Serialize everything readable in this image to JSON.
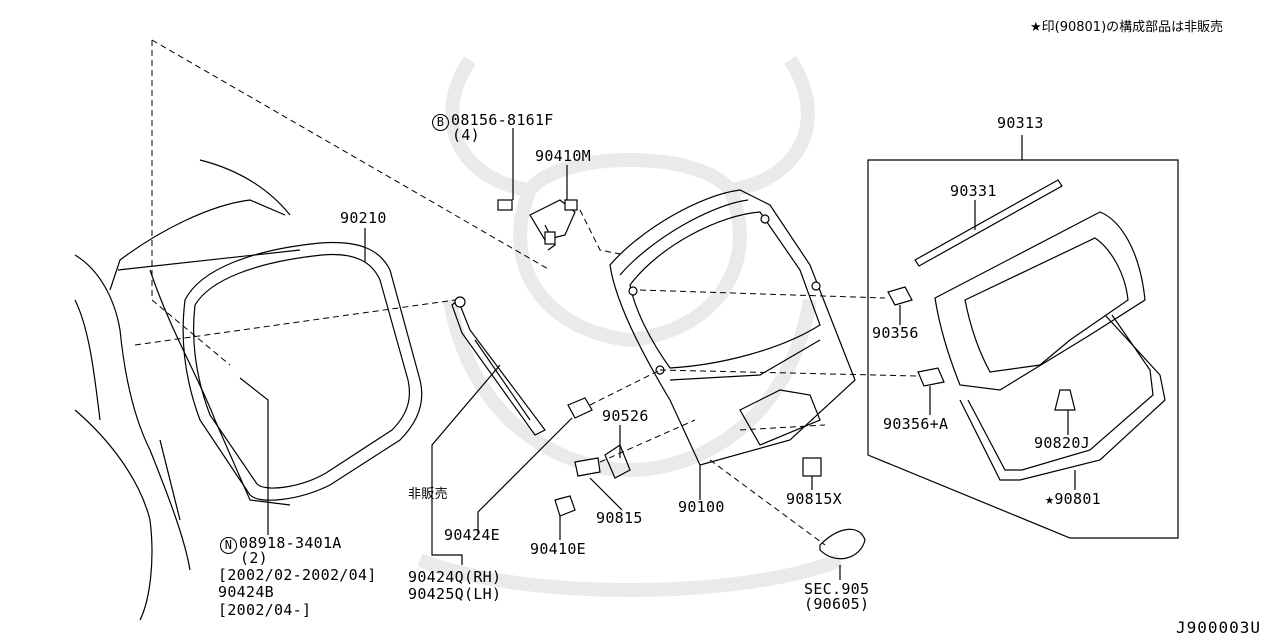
{
  "diagram": {
    "note": "★印(90801)の構成部品は非販売",
    "drawing_code": "J900003U",
    "labels": {
      "bolt_b_code": "08156-8161F",
      "bolt_b_qty": "(4)",
      "hinge": "90410M",
      "seal_90210": "90210",
      "nut_n_code": "08918-3401A",
      "nut_n_qty": "(2)",
      "date_1": "[2002/02-2002/04]",
      "alt_part": "90424B",
      "date_2": "[2002/04-]",
      "not_sold": "非販売",
      "stay_90424e": "90424E",
      "stay_rh": "90424Q(RH)",
      "stay_lh": "90425Q(LH)",
      "part_90526": "90526",
      "part_90815": "90815",
      "bolt_90410e": "90410E",
      "backdoor": "90100",
      "part_90815x": "90815X",
      "sec_ref": "SEC.905",
      "sec_sub": "(90605)",
      "assembly_90313": "90313",
      "molding_90331": "90331",
      "spacer_90356": "90356",
      "spacer_90356a": "90356+A",
      "clip_90820j": "90820J",
      "glass_90801": "★90801"
    }
  }
}
